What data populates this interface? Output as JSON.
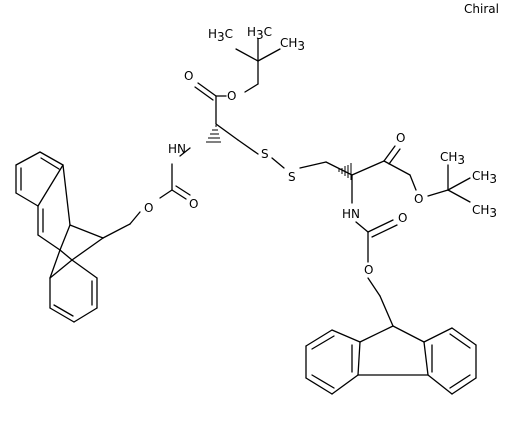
{
  "molecule": {
    "stereo_label": "Chiral",
    "atom_labels": {
      "O": "O",
      "S": "S",
      "HN": "HN",
      "H": "H",
      "C": "C",
      "three": "3"
    }
  },
  "colors": {
    "bond": "#000000",
    "background": "#ffffff"
  }
}
